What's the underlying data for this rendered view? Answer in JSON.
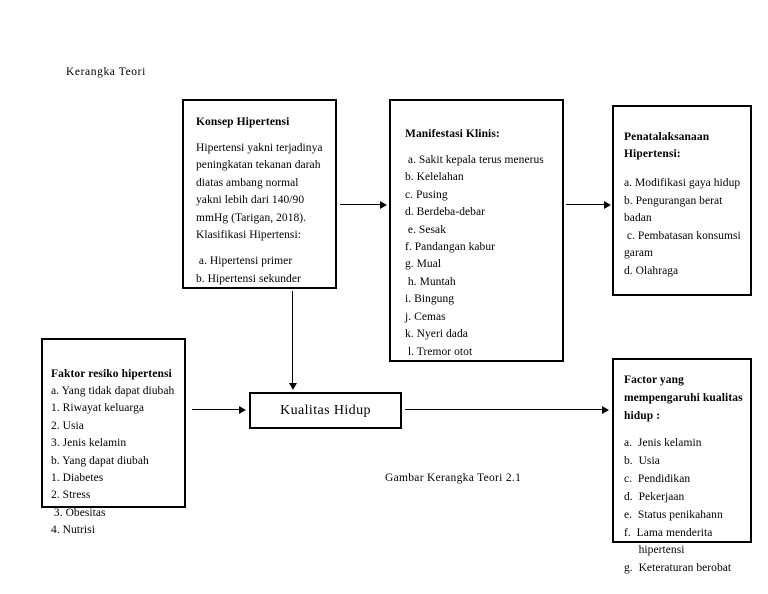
{
  "title": "Kerangka Teori",
  "caption": "Gambar Kerangka Teori 2.1",
  "boxes": {
    "konsep": {
      "heading": "Konsep Hipertensi",
      "paragraph": "Hipertensi yakni terjadinya peningkatan tekanan darah diatas ambang normal yakni lebih dari 140/90 mmHg (Tarigan, 2018). Klasifikasi Hipertensi:",
      "items": [
        " a. Hipertensi primer",
        "b. Hipertensi sekunder"
      ]
    },
    "manifestasi": {
      "heading": "Manifestasi Klinis:",
      "items": [
        " a. Sakit kepala terus menerus",
        "b. Kelelahan",
        "c. Pusing",
        "d. Berdeba-debar",
        " e. Sesak",
        "f. Pandangan kabur",
        "g. Mual",
        " h. Muntah",
        "i. Bingung",
        "j. Cemas",
        "k. Nyeri dada",
        " l. Tremor otot"
      ]
    },
    "penatalaksanaan": {
      "heading_line1": "Penatalaksanaan",
      "heading_line2": "Hipertensi:",
      "items": [
        "a. Modifikasi gaya hidup",
        "b. Pengurangan berat",
        "badan",
        " c. Pembatasan konsumsi",
        "garam",
        "d. Olahraga"
      ]
    },
    "faktor_resiko": {
      "heading": "Faktor resiko hipertensi",
      "items": [
        "a. Yang tidak dapat diubah",
        "1. Riwayat keluarga",
        "2. Usia",
        "3. Jenis kelamin",
        "b. Yang dapat diubah",
        "1. Diabetes",
        "2. Stress",
        " 3. Obesitas",
        "4. Nutrisi"
      ]
    },
    "kualitas_hidup": {
      "label": "Kualitas Hidup"
    },
    "factor_yang": {
      "heading_line1": "Factor yang",
      "heading_line2": "mempengaruhi kualitas",
      "heading_line3": "hidup :",
      "items": [
        "a.  Jenis kelamin",
        "b.  Usia",
        "c.  Pendidikan",
        "d.  Pekerjaan",
        "e.  Status penikahann",
        "f.  Lama menderita",
        "     hipertensi",
        "g.  Keteraturan berobat"
      ]
    }
  }
}
